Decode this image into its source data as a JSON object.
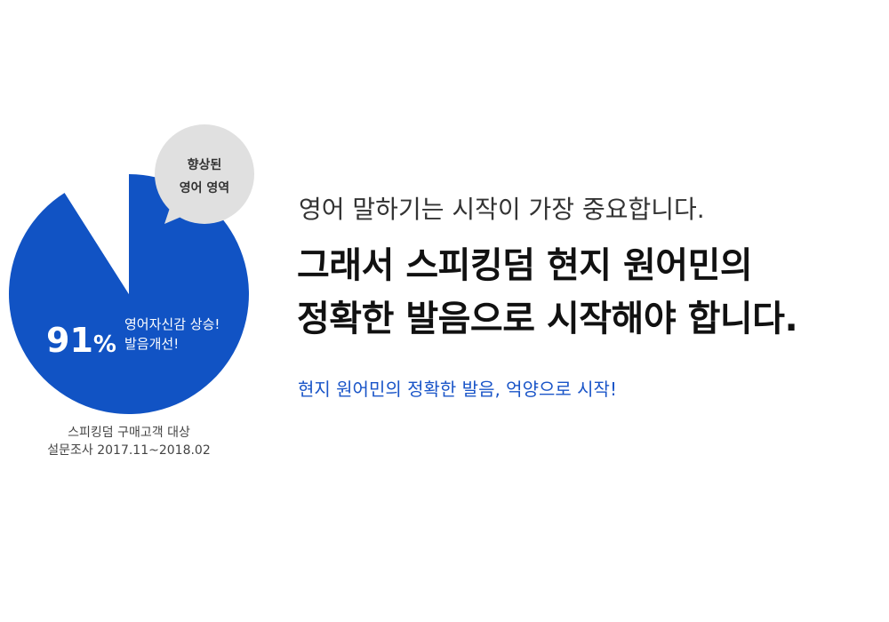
{
  "chart_data": {
    "type": "pie",
    "slices": [
      {
        "label": "영어자신감 상승! 발음개선!",
        "value": 91,
        "color": "#1153c4"
      },
      {
        "label": "",
        "value": 9,
        "color": "#ffffff"
      }
    ],
    "percent_label": "91",
    "percent_sign": "%",
    "slice_label_line1": "영어자신감 상승!",
    "slice_label_line2": "발음개선!",
    "bubble_line1": "향상된",
    "bubble_line2": "영어 영역",
    "bubble_color": "#e0e0e0",
    "caption_line1": "스피킹덤 구매고객 대상",
    "caption_line2": "설문조사 2017.11~2018.02"
  },
  "headline": {
    "intro": "영어 말하기는 시작이 가장 중요합니다.",
    "line1": "그래서 스피킹덤 현지 원어민의",
    "line2": "정확한 발음으로 시작해야 합니다.",
    "sub": "현지 원어민의 정확한 발음, 억양으로 시작!",
    "accent_color": "#1a55c8"
  }
}
